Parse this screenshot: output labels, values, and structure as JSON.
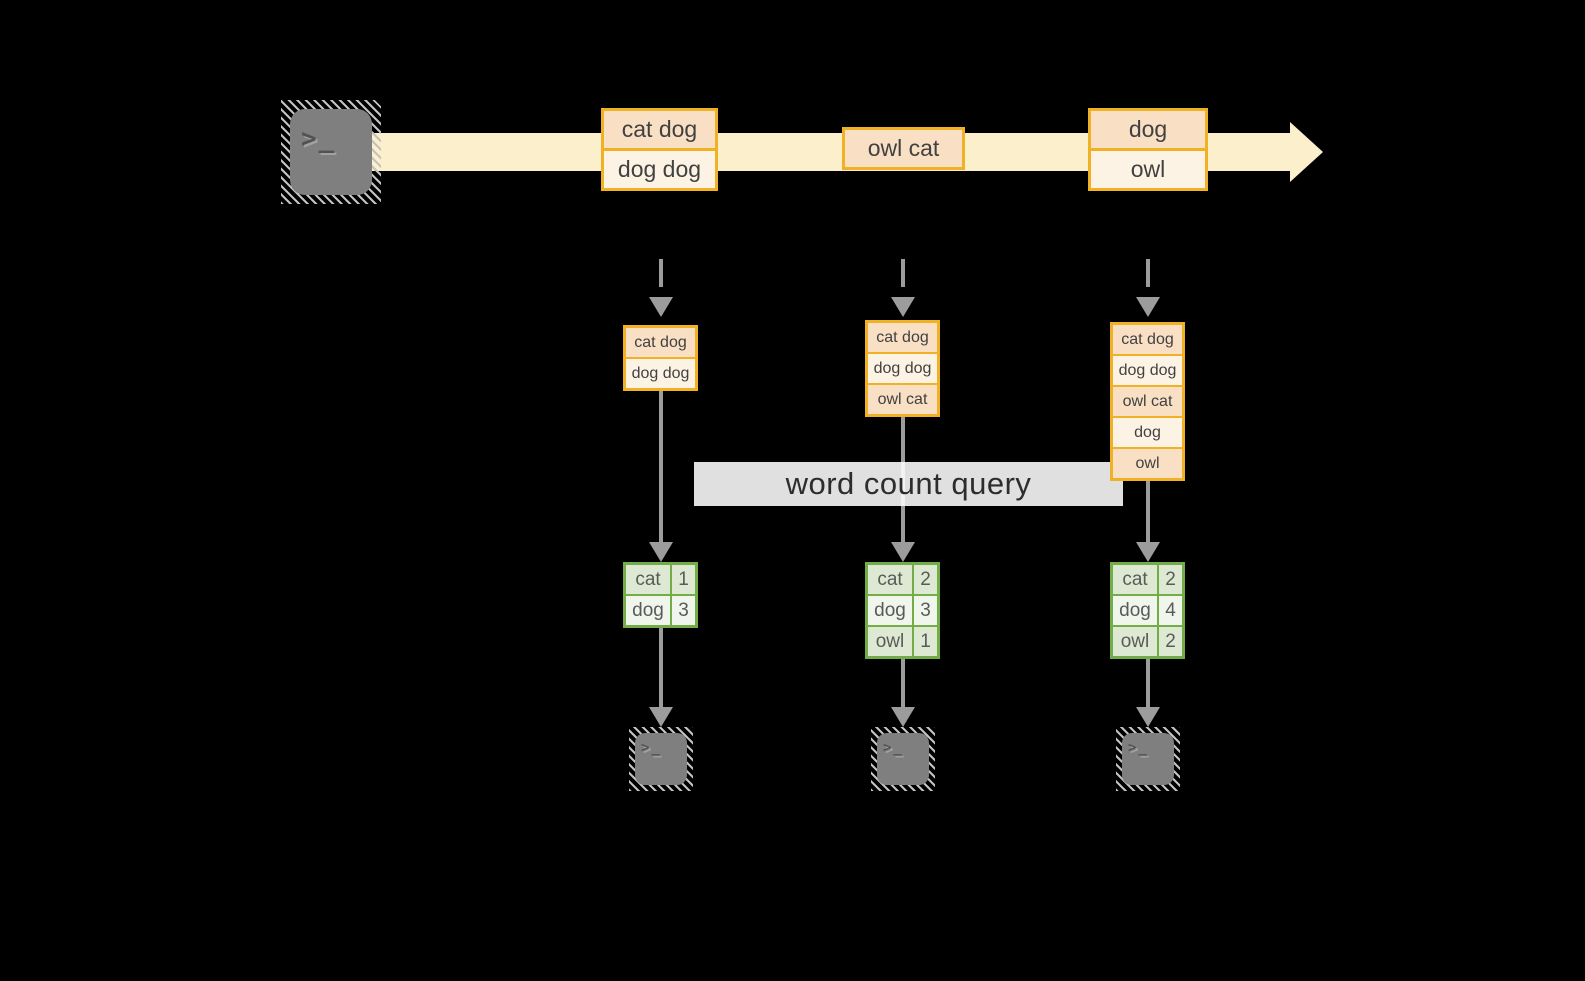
{
  "query_label": "word count query",
  "icons": {
    "terminal_prompt": ">_"
  },
  "colors": {
    "background": "#000000",
    "stream_band": "#fcf0cc",
    "record_border": "#f0b124",
    "record_fill_dark": "#f9dfc3",
    "record_fill_light": "#fdf3e4",
    "record_text": "#414141",
    "query_box_bg": "#ffffff",
    "query_text": "#2d2d2d",
    "table_border": "#72ad47",
    "table_fill_green": "#dde9d2",
    "table_fill_white": "#f1f6ec",
    "table_text": "#5a5a5a",
    "arrow_gray": "#9c9c9c",
    "terminal_gray": "#7f7f7f"
  },
  "stream": {
    "source_icon": "terminal-icon",
    "groups": [
      {
        "records": [
          "cat dog",
          "dog dog"
        ]
      },
      {
        "records": [
          "owl cat"
        ]
      },
      {
        "records": [
          "dog",
          "owl"
        ]
      }
    ]
  },
  "columns": [
    {
      "stack": [
        "cat dog",
        "dog dog"
      ],
      "counts": [
        {
          "word": "cat",
          "count": "1"
        },
        {
          "word": "dog",
          "count": "3"
        }
      ],
      "sink_icon": "terminal-icon"
    },
    {
      "stack": [
        "cat dog",
        "dog dog",
        "owl cat"
      ],
      "counts": [
        {
          "word": "cat",
          "count": "2"
        },
        {
          "word": "dog",
          "count": "3"
        },
        {
          "word": "owl",
          "count": "1"
        }
      ],
      "sink_icon": "terminal-icon"
    },
    {
      "stack": [
        "cat dog",
        "dog dog",
        "owl cat",
        "dog",
        "owl"
      ],
      "counts": [
        {
          "word": "cat",
          "count": "2"
        },
        {
          "word": "dog",
          "count": "4"
        },
        {
          "word": "owl",
          "count": "2"
        }
      ],
      "sink_icon": "terminal-icon"
    }
  ]
}
